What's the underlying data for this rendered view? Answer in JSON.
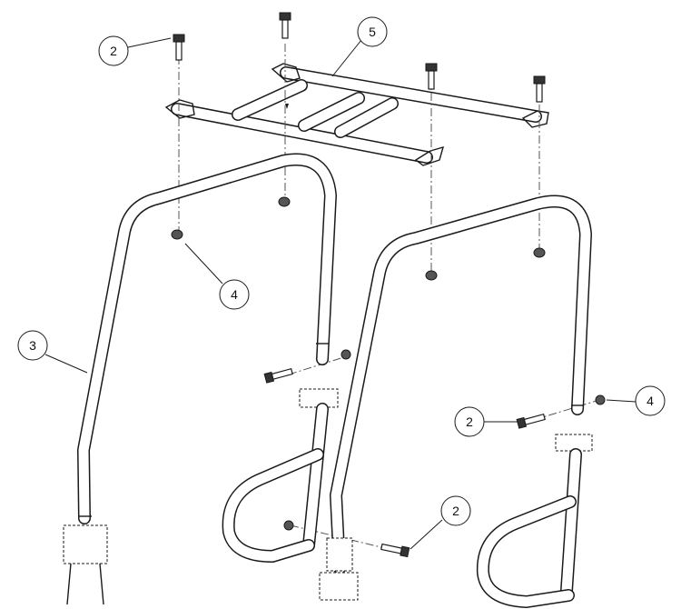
{
  "callouts": [
    {
      "id": "c-2-top",
      "label": "2"
    },
    {
      "id": "c-5",
      "label": "5"
    },
    {
      "id": "c-4-left",
      "label": "4"
    },
    {
      "id": "c-3",
      "label": "3"
    },
    {
      "id": "c-2-mid",
      "label": "2"
    },
    {
      "id": "c-4-right",
      "label": "4"
    },
    {
      "id": "c-2-bottom",
      "label": "2"
    }
  ]
}
